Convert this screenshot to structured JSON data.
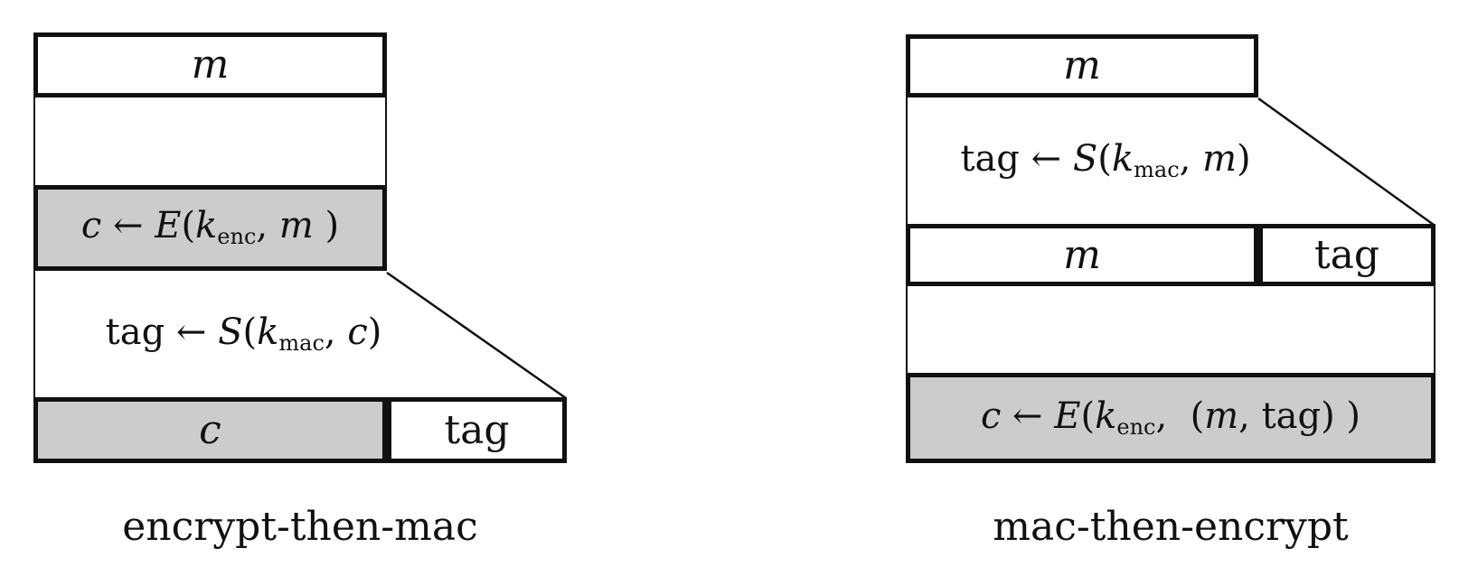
{
  "colors": {
    "background": "#ffffff",
    "shaded_fill": "#cccccc",
    "line": "#111111"
  },
  "captions": {
    "left": "encrypt-then-mac",
    "right": "mac-then-encrypt"
  },
  "left_diagram": {
    "name": "encrypt-then-mac",
    "message_box": [
      {
        "text": "m",
        "style": "it"
      }
    ],
    "encrypt_formula": [
      {
        "text": "c",
        "style": "it"
      },
      {
        "text": " ← ",
        "style": "rm"
      },
      {
        "text": "E",
        "style": "it"
      },
      {
        "text": "(",
        "style": "rm"
      },
      {
        "text": "k",
        "style": "it"
      },
      {
        "text": "enc",
        "style": "sub"
      },
      {
        "text": ", ",
        "style": "rm"
      },
      {
        "text": "m",
        "style": "it"
      },
      {
        "text": " )",
        "style": "rm"
      }
    ],
    "sign_formula": [
      {
        "text": "tag ← ",
        "style": "rm"
      },
      {
        "text": "S",
        "style": "it"
      },
      {
        "text": "(",
        "style": "rm"
      },
      {
        "text": "k",
        "style": "it"
      },
      {
        "text": "mac",
        "style": "sub"
      },
      {
        "text": ", ",
        "style": "rm"
      },
      {
        "text": "c",
        "style": "it"
      },
      {
        "text": ")",
        "style": "rm"
      }
    ],
    "output_cipher": [
      {
        "text": "c",
        "style": "it"
      }
    ],
    "output_tag": [
      {
        "text": "tag",
        "style": "rm"
      }
    ]
  },
  "right_diagram": {
    "name": "mac-then-encrypt",
    "message_box": [
      {
        "text": "m",
        "style": "it"
      }
    ],
    "sign_formula": [
      {
        "text": "tag ← ",
        "style": "rm"
      },
      {
        "text": "S",
        "style": "it"
      },
      {
        "text": "(",
        "style": "rm"
      },
      {
        "text": "k",
        "style": "it"
      },
      {
        "text": "mac",
        "style": "sub"
      },
      {
        "text": ", ",
        "style": "rm"
      },
      {
        "text": "m",
        "style": "it"
      },
      {
        "text": ")",
        "style": "rm"
      }
    ],
    "row_message": [
      {
        "text": "m",
        "style": "it"
      }
    ],
    "row_tag": [
      {
        "text": "tag",
        "style": "rm"
      }
    ],
    "encrypt_formula": [
      {
        "text": "c",
        "style": "it"
      },
      {
        "text": " ← ",
        "style": "rm"
      },
      {
        "text": "E",
        "style": "it"
      },
      {
        "text": "(",
        "style": "rm"
      },
      {
        "text": "k",
        "style": "it"
      },
      {
        "text": "enc",
        "style": "sub"
      },
      {
        "text": ",  (",
        "style": "rm"
      },
      {
        "text": "m",
        "style": "it"
      },
      {
        "text": ", tag) )",
        "style": "rm"
      }
    ]
  }
}
